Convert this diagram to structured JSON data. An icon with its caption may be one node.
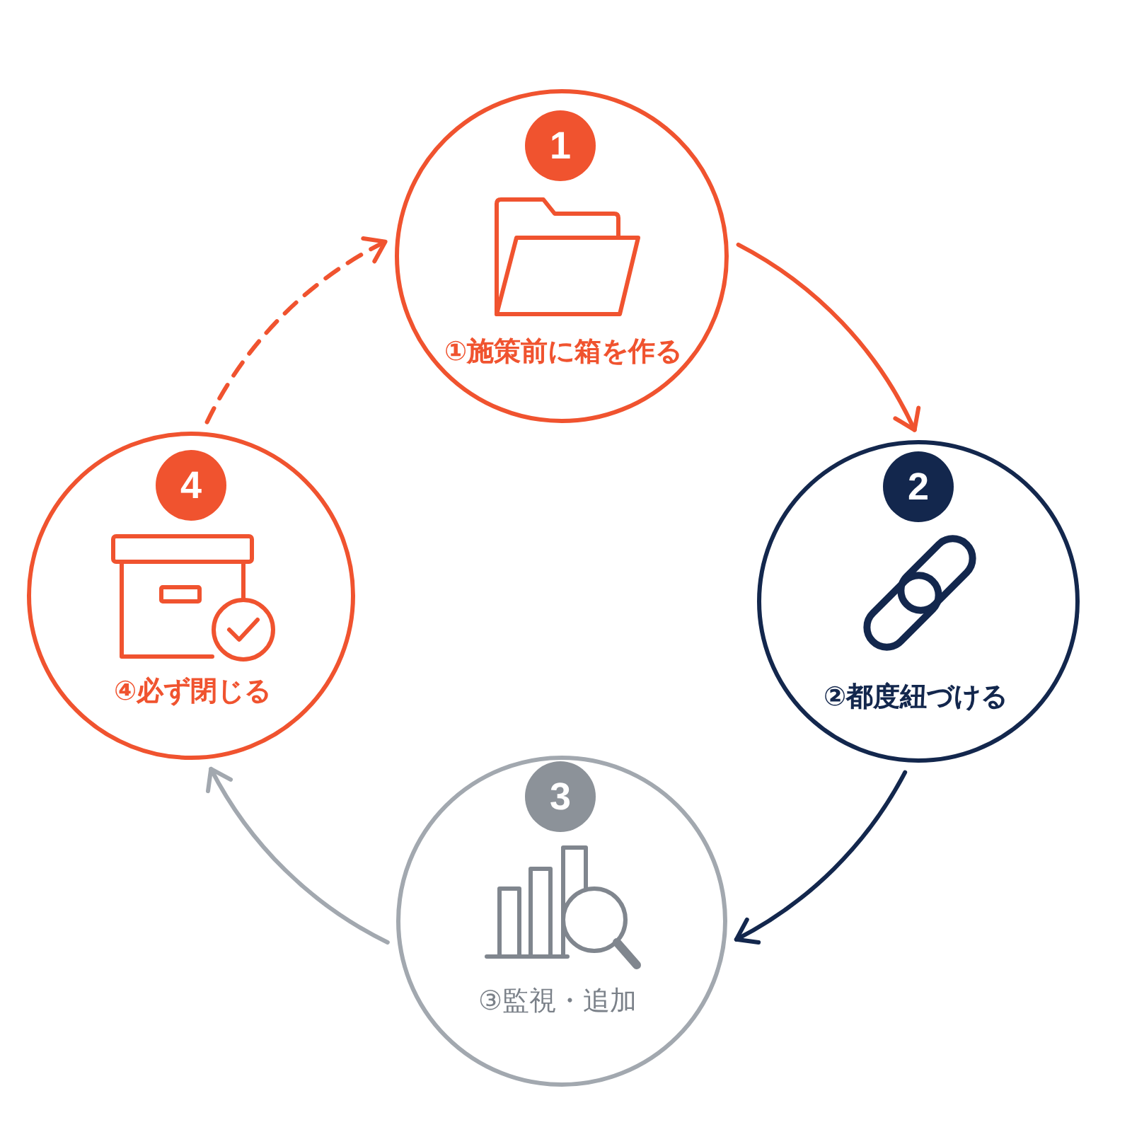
{
  "diagram": {
    "nodes": [
      {
        "text": [
          "①施策前に箱を作る"
        ]
      },
      {
        "text": [
          "1"
        ],
        "in": 0
      },
      {
        "text": [
          "②都度紐づける"
        ]
      },
      {
        "text": [
          "2"
        ],
        "in": 2
      },
      {
        "text": [
          "③監視・追加"
        ]
      },
      {
        "text": [
          "3"
        ],
        "in": 4
      },
      {
        "text": [
          "④必ず閉じる"
        ]
      },
      {
        "text": [
          "4"
        ],
        "in": 6
      }
    ],
    "edges": [
      {
        "from": 0,
        "to": 2,
        "arrow": "to",
        "color": "#f0532f"
      },
      {
        "from": 2,
        "to": 4,
        "arrow": "to",
        "color": "#13274d"
      },
      {
        "from": 4,
        "to": 6,
        "arrow": "to",
        "color": "#a2a8af"
      },
      {
        "from": 6,
        "to": 0,
        "arrow": "to",
        "style": "dashed",
        "color": "#f0532f"
      }
    ]
  }
}
